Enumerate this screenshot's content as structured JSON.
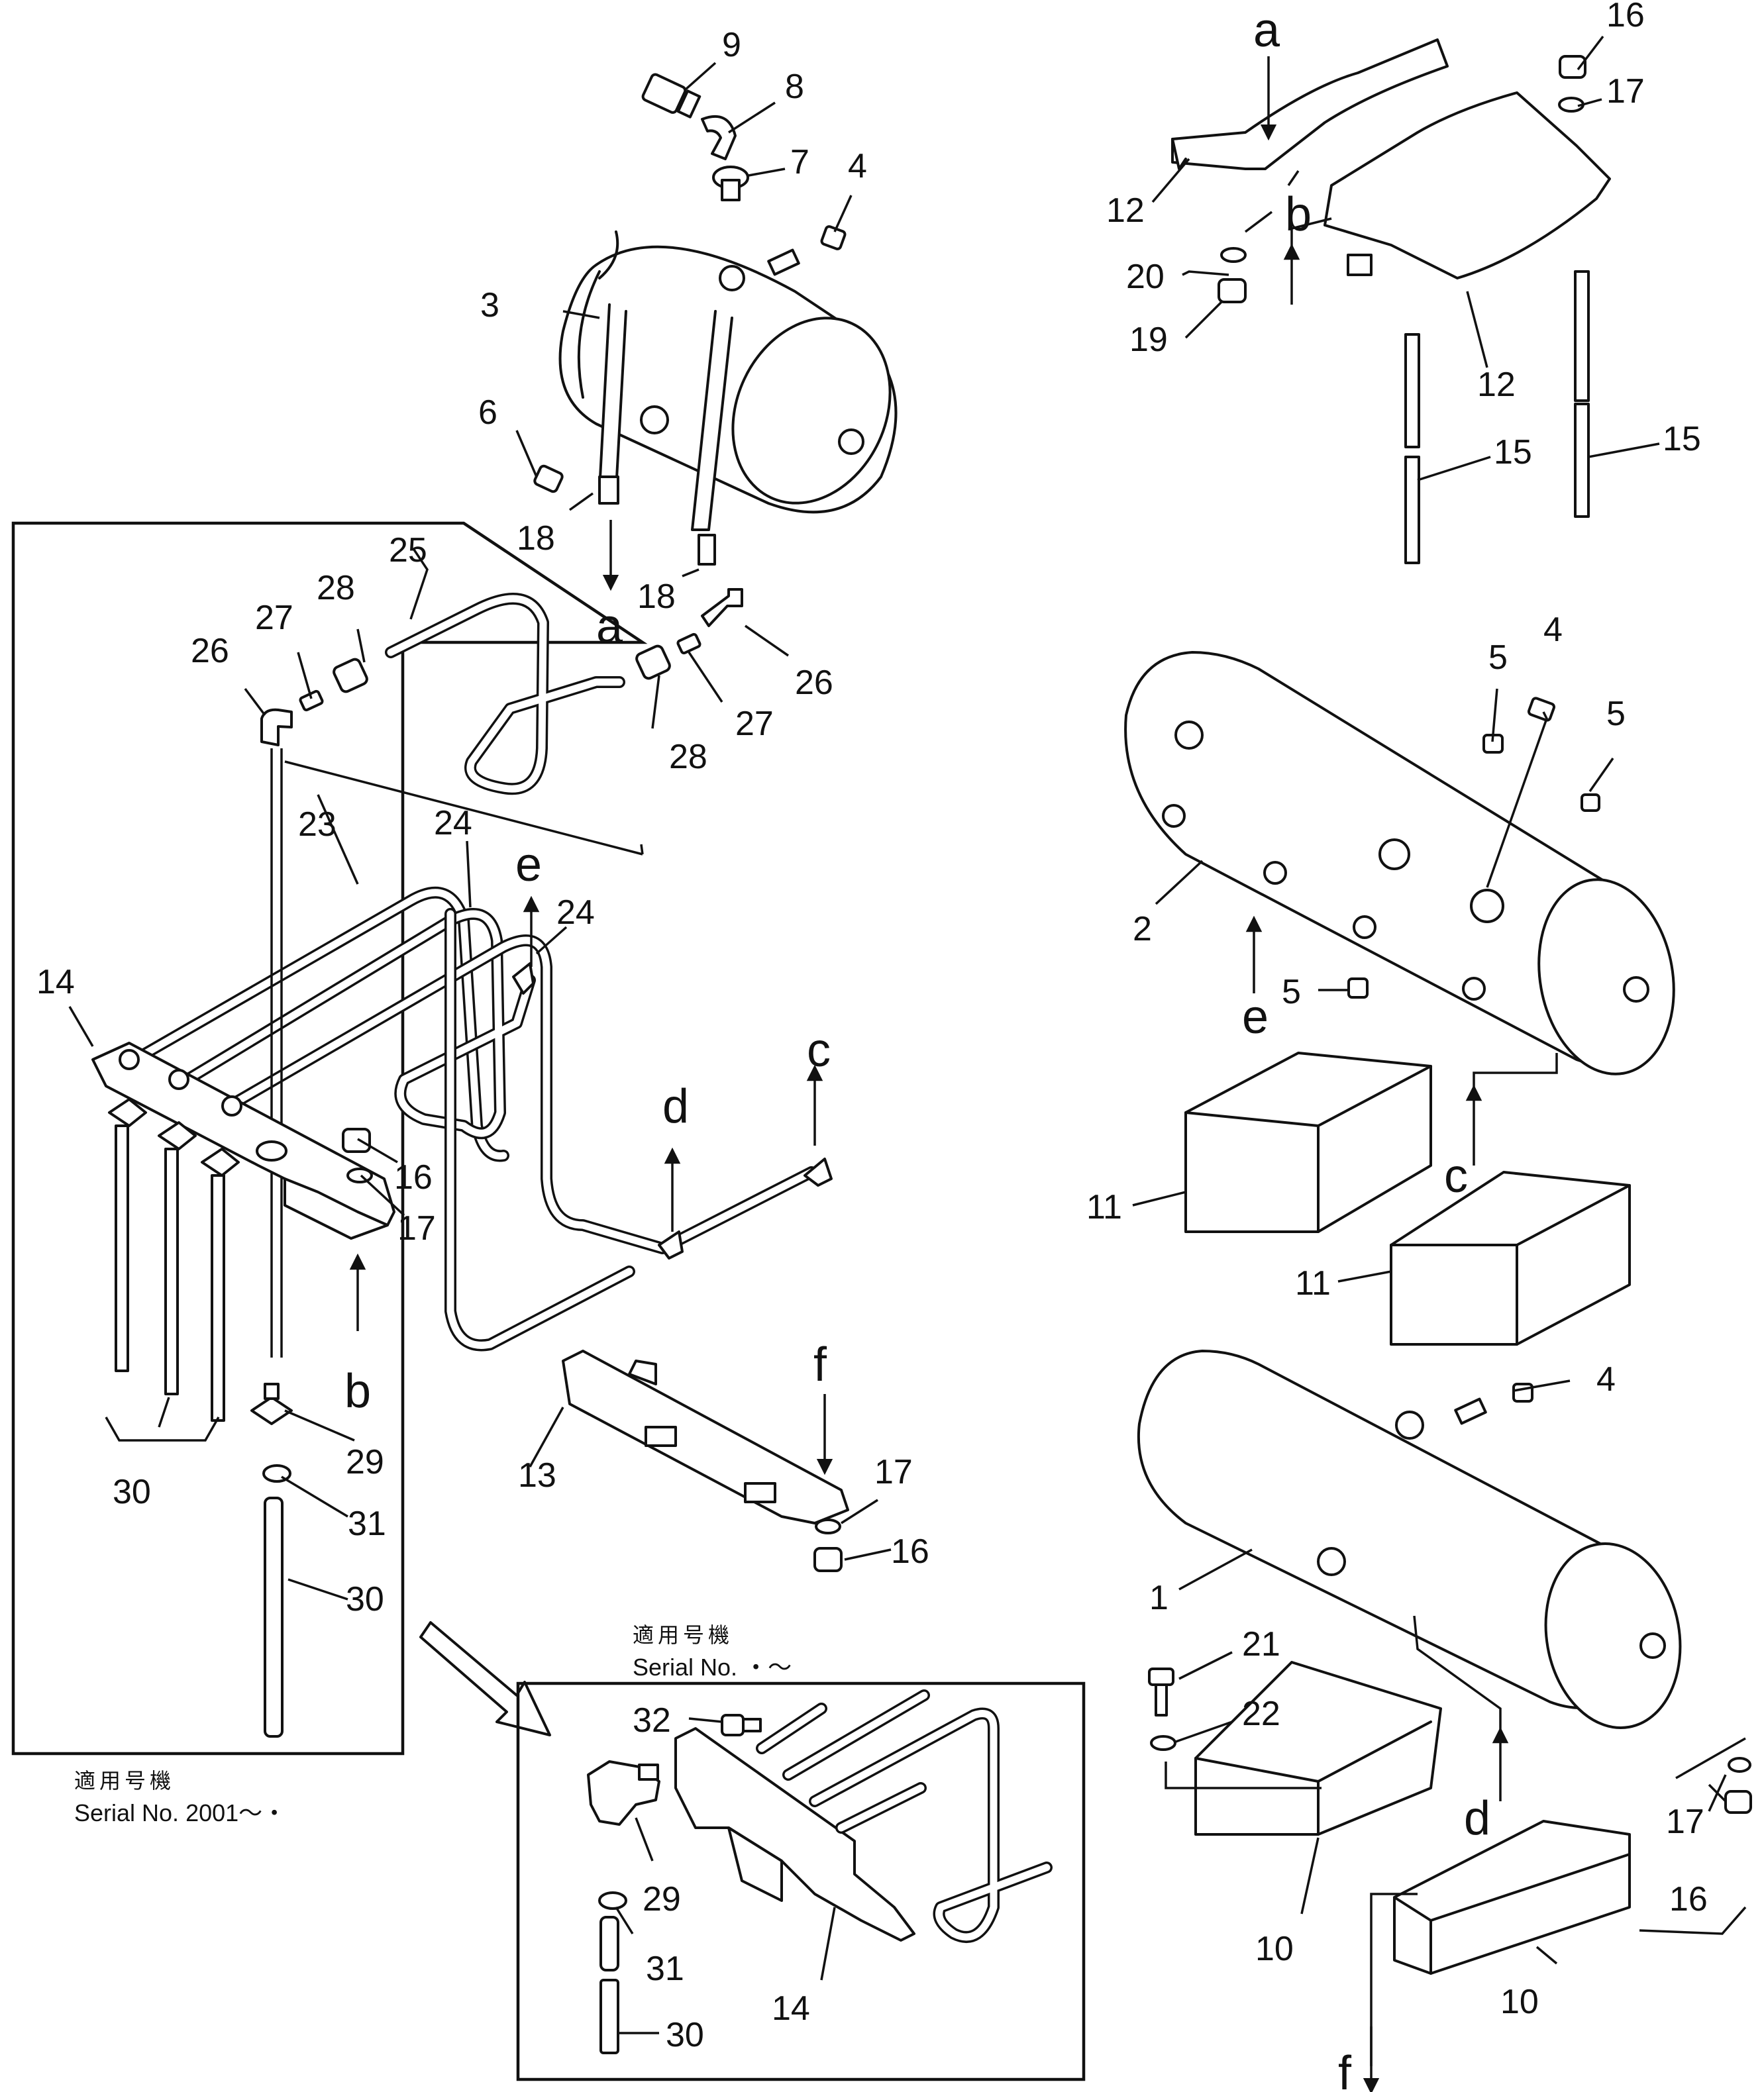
{
  "callouts": {
    "c1": "1",
    "c2": "2",
    "c3": "3",
    "c4a": "4",
    "c4b": "4",
    "c4c": "4",
    "c5a": "5",
    "c5b": "5",
    "c5c": "5",
    "c6": "6",
    "c7": "7",
    "c8": "8",
    "c9": "9",
    "c10a": "10",
    "c10b": "10",
    "c11a": "11",
    "c11b": "11",
    "c12a": "12",
    "c12b": "12",
    "c13": "13",
    "c14a": "14",
    "c14b": "14",
    "c15a": "15",
    "c15b": "15",
    "c16a": "16",
    "c16b": "16",
    "c16c": "16",
    "c16d": "16",
    "c17a": "17",
    "c17b": "17",
    "c17c": "17",
    "c17d": "17",
    "c18a": "18",
    "c18b": "18",
    "c19": "19",
    "c20": "20",
    "c21": "21",
    "c22": "22",
    "c23": "23",
    "c24a": "24",
    "c24b": "24",
    "c25": "25",
    "c26a": "26",
    "c26b": "26",
    "c27a": "27",
    "c27b": "27",
    "c28a": "28",
    "c28b": "28",
    "c29a": "29",
    "c29b": "29",
    "c30a": "30",
    "c30b": "30",
    "c30c": "30",
    "c31a": "31",
    "c31b": "31",
    "c32": "32"
  },
  "connection_letters": {
    "a1": "a",
    "a2": "a",
    "b1": "b",
    "b2": "b",
    "c1": "c",
    "c2": "c",
    "d1": "d",
    "d2": "d",
    "e1": "e",
    "e2": "e",
    "f1": "f",
    "f2": "f"
  },
  "notes": {
    "lower_jp": "適用号機",
    "lower_serial": "Serial No. 2001～・",
    "inset_jp": "適用号機",
    "inset_serial": "Serial No.  ・～"
  }
}
